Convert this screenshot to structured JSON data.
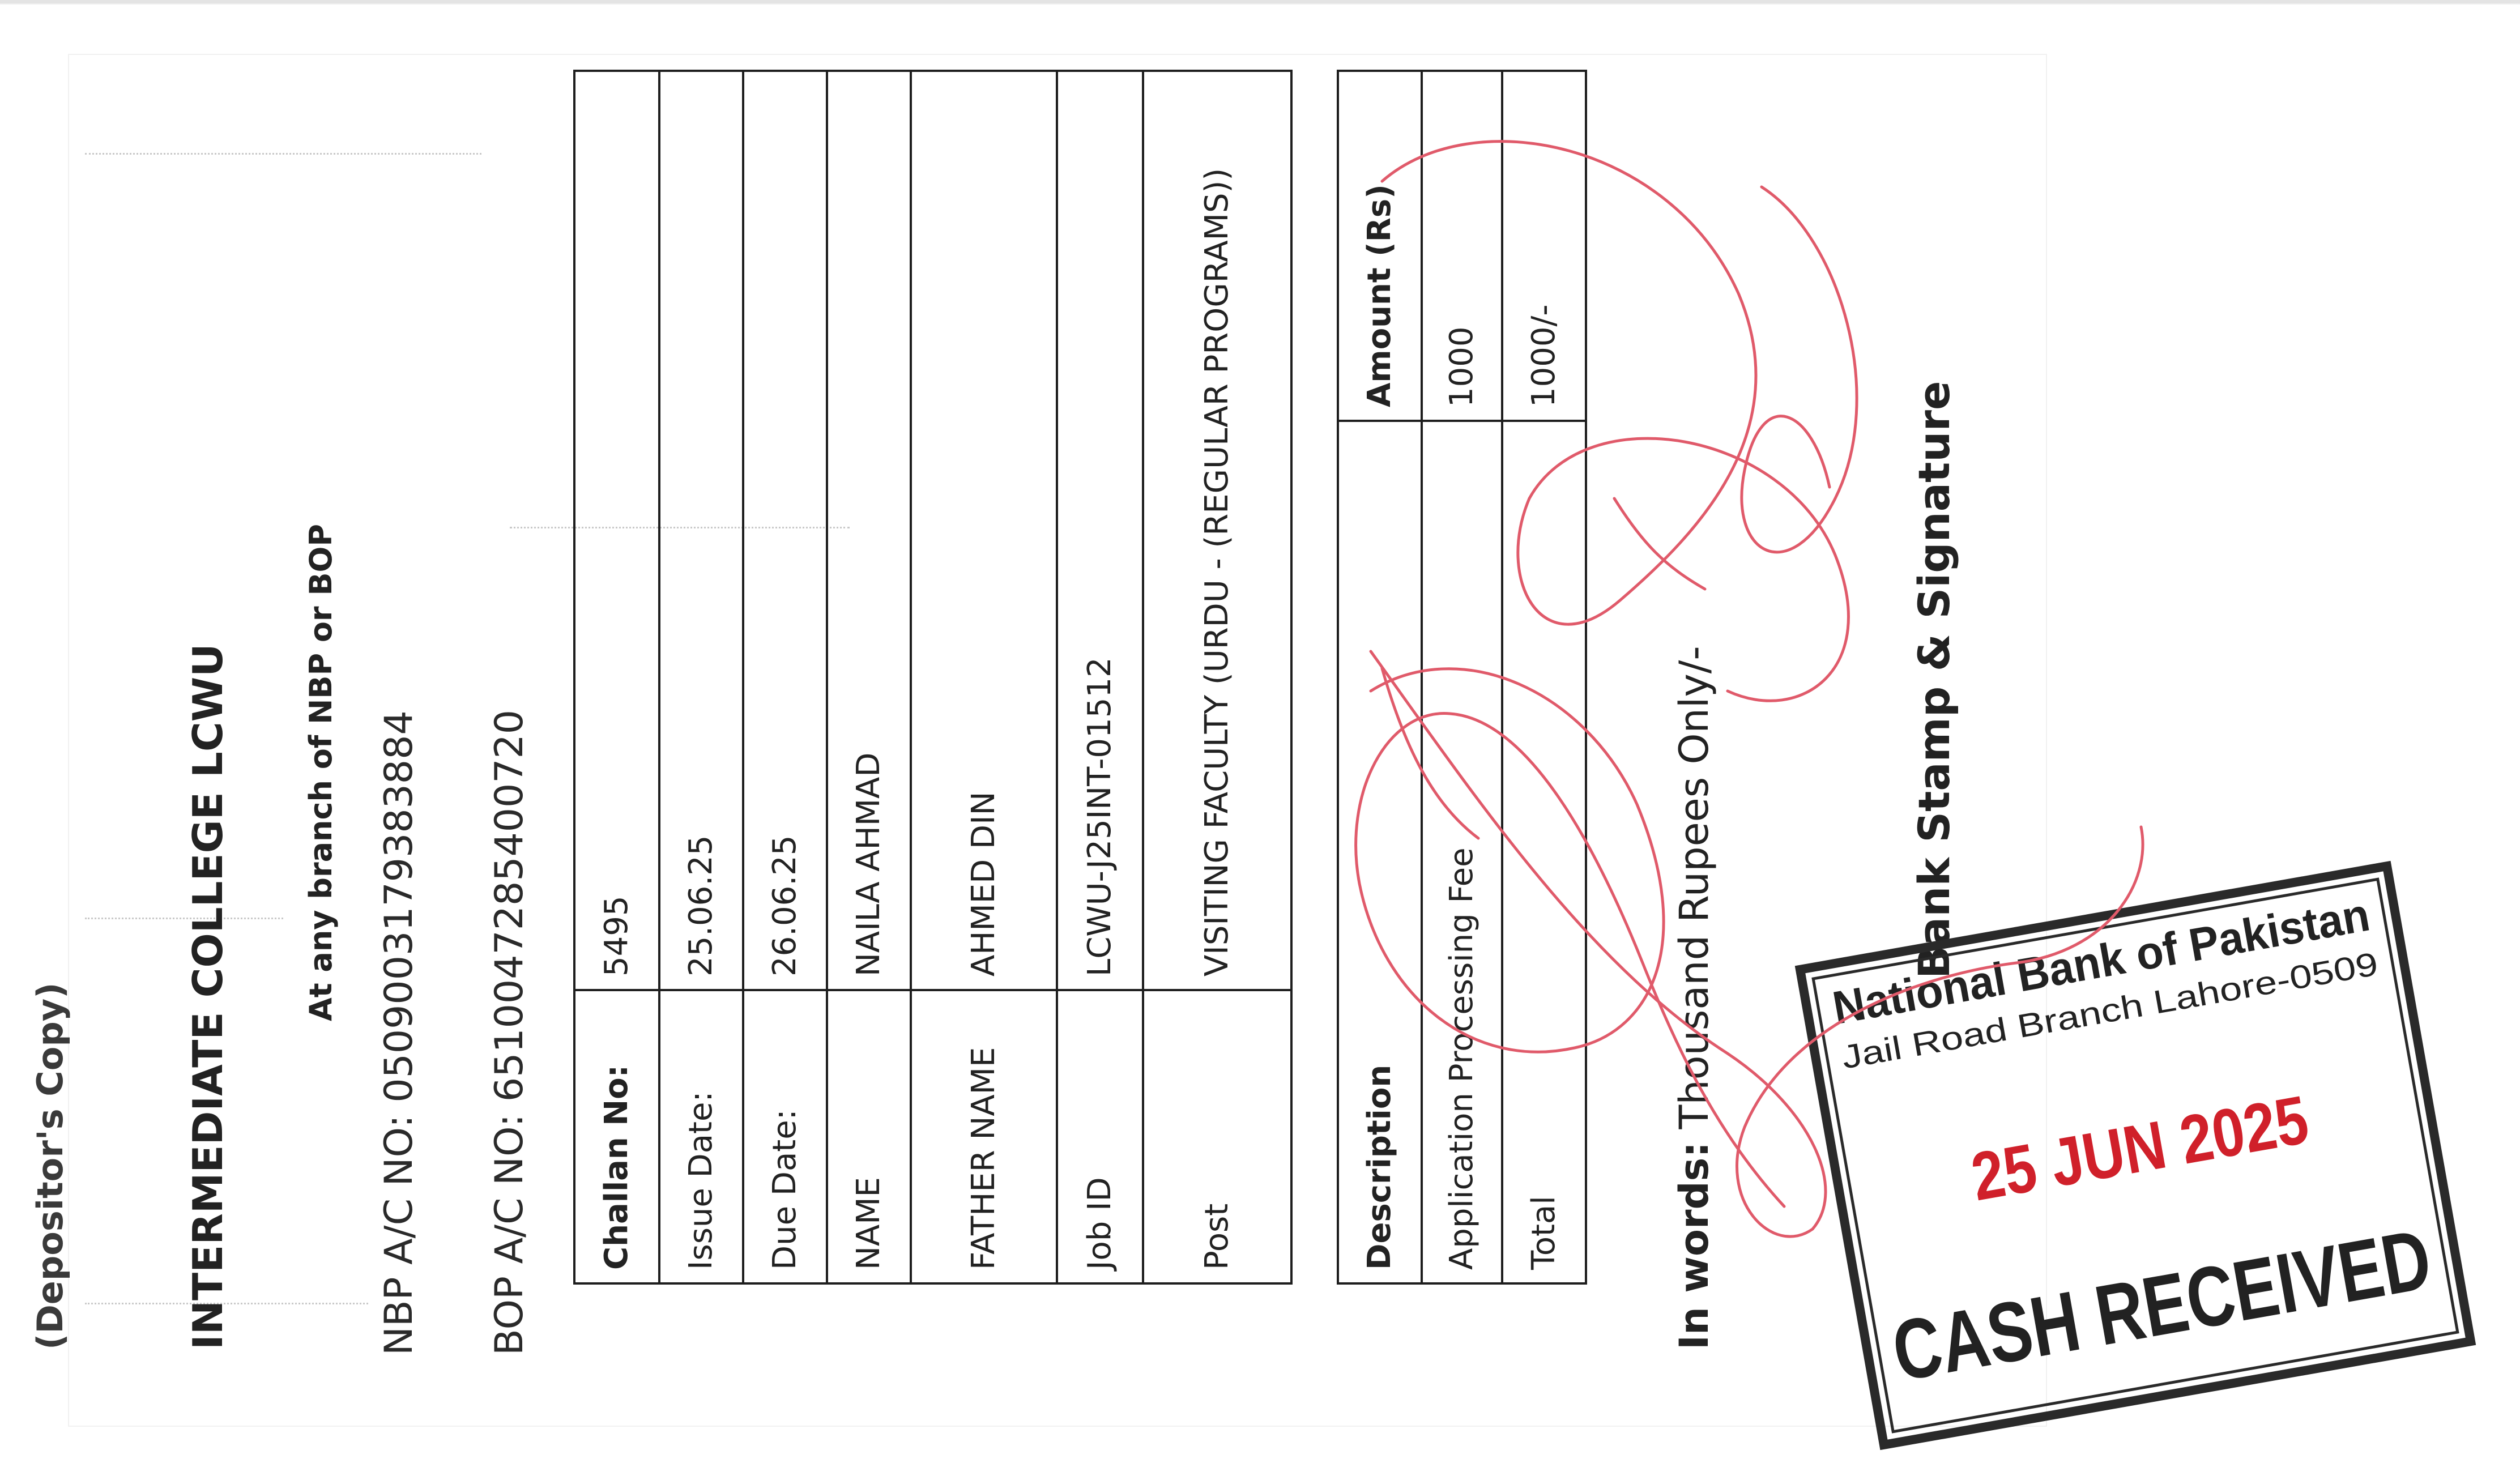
{
  "header": {
    "copy_label": "(Depositor's Copy)",
    "college": "INTERMEDIATE COLLEGE LCWU",
    "branch_note": "At any branch of NBP or BOP",
    "nbp_account": "NBP A/C NO: 0509003179383884",
    "bop_account": "BOP A/C NO: 6510047285400720"
  },
  "challan": {
    "rows": [
      {
        "label": "Challan No:",
        "value": "5495"
      },
      {
        "label": "Issue Date:",
        "value": "25.06.25"
      },
      {
        "label": "Due Date:",
        "value": "26.06.25"
      },
      {
        "label": "NAME",
        "value": "NAILA AHMAD"
      },
      {
        "label": "FATHER NAME",
        "value": "AHMED DIN"
      },
      {
        "label": "Job ID",
        "value": "LCWU-J25INT-01512"
      },
      {
        "label": "Post",
        "value": "VISITING FACULTY (URDU - (REGULAR PROGRAMS))"
      }
    ]
  },
  "fees": {
    "header": {
      "description": "Description",
      "amount": "Amount (Rs)"
    },
    "rows": [
      {
        "description": "Application Processing Fee",
        "amount": "1000"
      },
      {
        "description": "Total",
        "amount": "1000/-"
      }
    ]
  },
  "in_words": {
    "label": "In words:",
    "text": "Thousand Rupees Only/-"
  },
  "bank_sign": "Bank Stamp & Signature",
  "stamp": {
    "bank": "National Bank of Pakistan",
    "branch": "Jail Road Branch Lahore-0509",
    "date": "25 JUN 2025",
    "status": "CASH RECEIVED"
  },
  "colors": {
    "ink": "#1e1e1e",
    "stamp_ink": "#222222",
    "stamp_date": "#d0202a",
    "signature": "#e05a6a"
  }
}
